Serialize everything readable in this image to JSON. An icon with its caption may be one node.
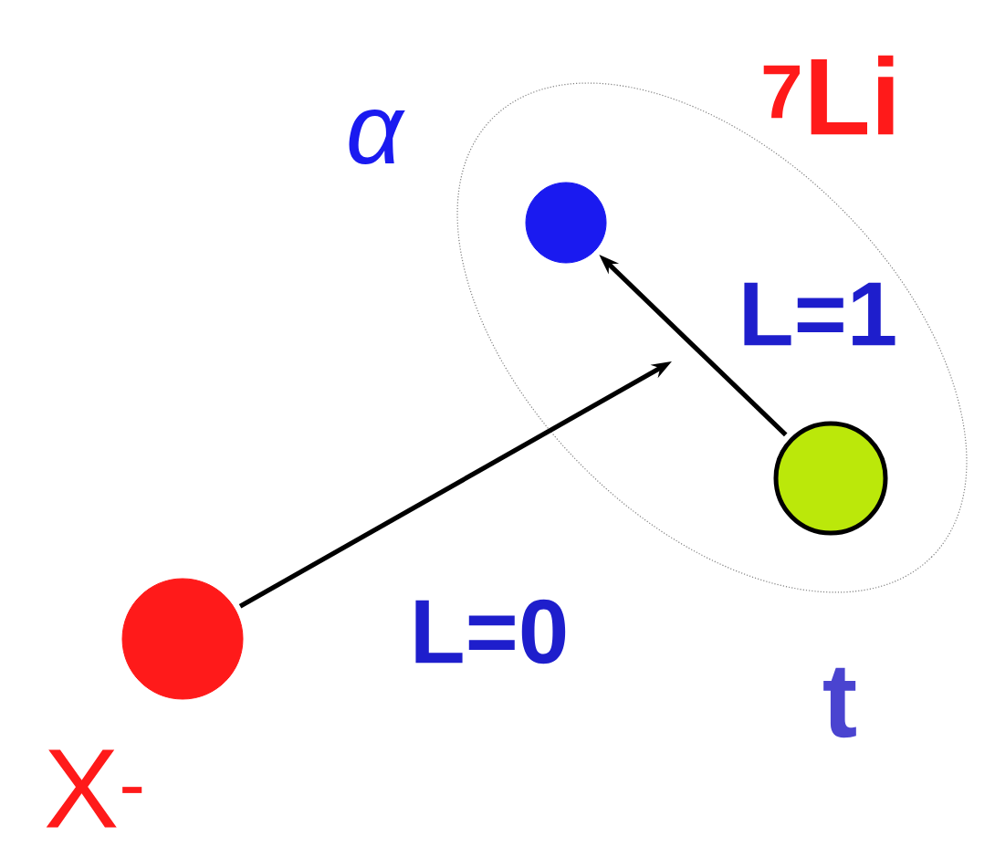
{
  "diagram": {
    "nodes": [
      {
        "text": [
          "$^{7}$Li"
        ]
      },
      {
        "text": [],
        "shape": "circle",
        "beside": [
          "α"
        ],
        "in": 0
      },
      {
        "text": [],
        "shape": "circle",
        "beside": [
          "t"
        ],
        "in": 0
      },
      {
        "text": [],
        "shape": "circle",
        "beside": [
          "X$^{-}$"
        ]
      }
    ],
    "edges": [
      {
        "from": 2,
        "to": 1,
        "arrow": "to",
        "label": "L=1"
      },
      {
        "from": 3,
        "to": null,
        "arrow": "to",
        "label": "L=0"
      }
    ]
  }
}
